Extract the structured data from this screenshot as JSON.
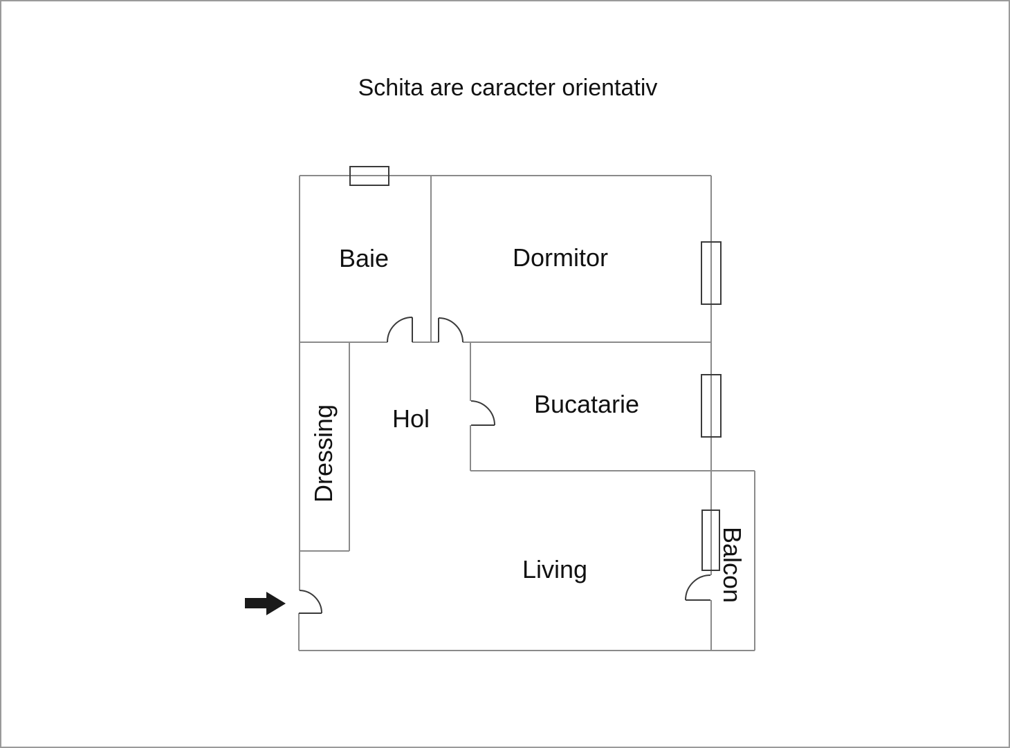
{
  "title": "Schita are caracter orientativ",
  "rooms": [
    {
      "id": "baie",
      "label": "Baie"
    },
    {
      "id": "dormitor",
      "label": "Dormitor"
    },
    {
      "id": "bucatarie",
      "label": "Bucatarie"
    },
    {
      "id": "hol",
      "label": "Hol"
    },
    {
      "id": "dressing",
      "label": "Dressing"
    },
    {
      "id": "living",
      "label": "Living"
    },
    {
      "id": "balcon",
      "label": "Balcon"
    }
  ],
  "icons": {
    "entrance_arrow": "right-arrow"
  },
  "colors": {
    "background": "#ffffff",
    "page_border": "#9a9a9a",
    "wall_line": "#8a8a8a",
    "detail_line": "#3a3a3a",
    "label_text": "#111111",
    "arrow_fill": "#1a1a1a"
  }
}
